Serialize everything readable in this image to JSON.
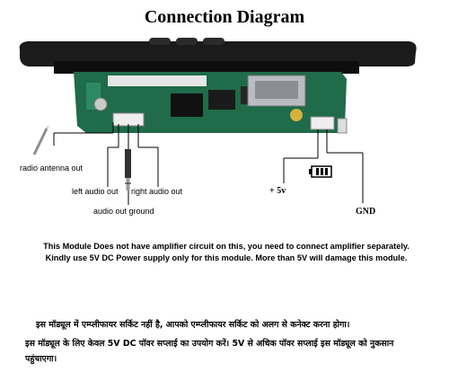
{
  "title": "Connection Diagram",
  "labels": {
    "radio_antenna": "radio antenna out",
    "left_audio": "left audio out",
    "right_audio": "right audio out",
    "audio_ground": "audio out ground",
    "plus_5v": "+ 5v",
    "gnd": "GND"
  },
  "notes": {
    "en_line1": "This Module Does not have amplifier circuit on this, you need to connect amplifier separately.",
    "en_line2": "Kindly use 5V DC Power supply only for this module. More than 5V will damage this module.",
    "hi_line1": "इस मॉड्यूल में एम्प्लीफायर सर्किट नहीं है, आपको एम्प्लीफायर  सर्किट को अलग से कनेक्ट करना होगा।",
    "hi_line2": "इस मॉड्यूल के लिए  केवल 5V DC पॉवर सप्लाई का उपयोग करें। 5V से अधिक  पॉवर सप्लाई  इस मॉड्यूल को नुकसान",
    "hi_line3": "पहुंचाएगा।"
  },
  "colors": {
    "board_green": "#1f6b4a",
    "panel_black": "#1b1b1b",
    "connector_white": "#eeeeee"
  }
}
